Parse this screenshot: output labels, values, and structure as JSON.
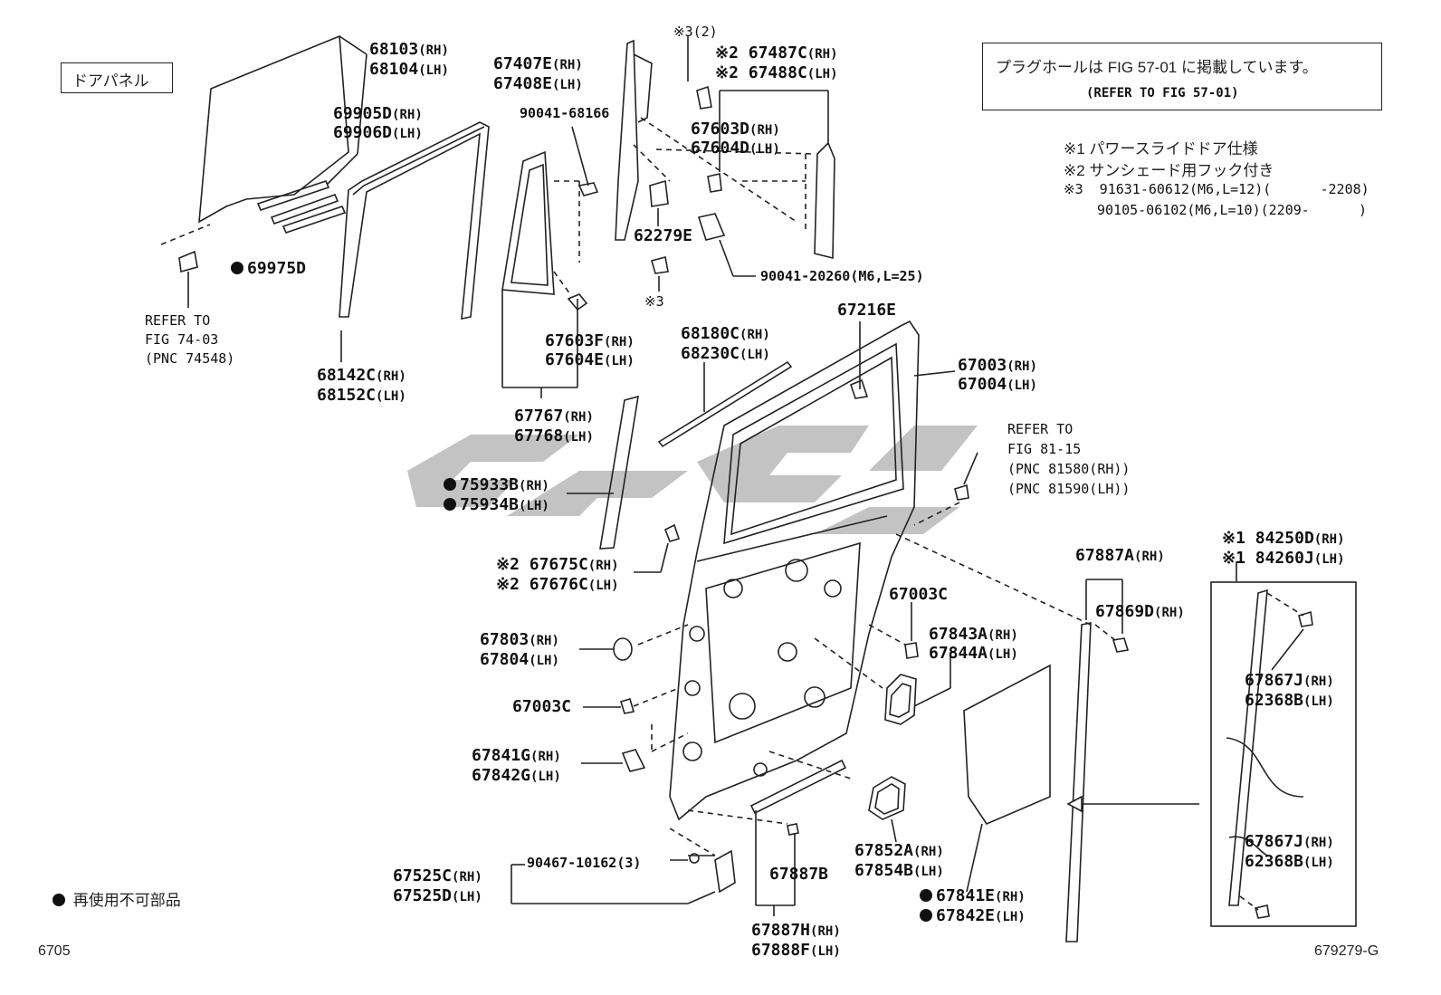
{
  "header": {
    "door_panel_label": "ドアパネル",
    "notice_line1": "プラグホールは FIG 57-01 に掲載しています。",
    "notice_line2": "(REFER TO FIG 57-01)"
  },
  "notes": {
    "n1": "※1 パワースライドドア仕様",
    "n2": "※2 サンシェード用フック付き",
    "n3a": "※3  91631-60612(M6,L=12)(      -2208)",
    "n3b": "90105-06102(M6,L=10)(2209-      )"
  },
  "legend": {
    "not_reusable": "再使用不可部品"
  },
  "footer": {
    "left_code": "6705",
    "right_code": "679279-G"
  },
  "refs": {
    "ref1": [
      "REFER TO",
      "FIG 74-03",
      "(PNC 74548)"
    ],
    "ref2": [
      "REFER TO",
      "FIG 81-15",
      "(PNC 81580(RH))",
      "(PNC 81590(LH))"
    ]
  },
  "parts": {
    "p68103": "68103",
    "p68104": "68104",
    "p69905D": "69905D",
    "p69906D": "69906D",
    "p69975D": "69975D",
    "p68142C": "68142C",
    "p68152C": "68152C",
    "p67407E": "67407E",
    "p67408E": "67408E",
    "p90041_68166": "90041-68166",
    "p67603F": "67603F",
    "p67604E": "67604E",
    "p67767": "67767",
    "p67768": "67768",
    "p75933B": "75933B",
    "p75934B": "75934B",
    "p62279E": "62279E",
    "ast3_top": "※3(2)",
    "ast3_mid": "※3",
    "p67487C": "※2 67487C",
    "p67488C": "※2 67488C",
    "p67603D": "67603D",
    "p67604D": "67604D",
    "p90041_20260": "90041-20260(M6,L=25)",
    "p67216E": "67216E",
    "p68180C": "68180C",
    "p68230C": "68230C",
    "p67003": "67003",
    "p67004": "67004",
    "p67675C": "※2 67675C",
    "p67676C": "※2 67676C",
    "p67003C_a": "67003C",
    "p67003C_b": "67003C",
    "p67803": "67803",
    "p67804": "67804",
    "p67843A": "67843A",
    "p67844A": "67844A",
    "p67841G": "67841G",
    "p67842G": "67842G",
    "p67887A": "67887A",
    "p67869D": "67869D",
    "p84250D": "※1 84250D",
    "p84260J": "※1 84260J",
    "p67867J_a": "67867J",
    "p62368B_a": "62368B",
    "p67867J_b": "67867J",
    "p62368B_b": "62368B",
    "p90467": "90467-10162(3)",
    "p67525C": "67525C",
    "p67525D": "67525D",
    "p67887B": "67887B",
    "p67852A": "67852A",
    "p67854B": "67854B",
    "p67841E": "67841E",
    "p67842E": "67842E",
    "p67887H": "67887H",
    "p67888F": "67888F",
    "rh": "(RH)",
    "lh": "(LH)"
  }
}
